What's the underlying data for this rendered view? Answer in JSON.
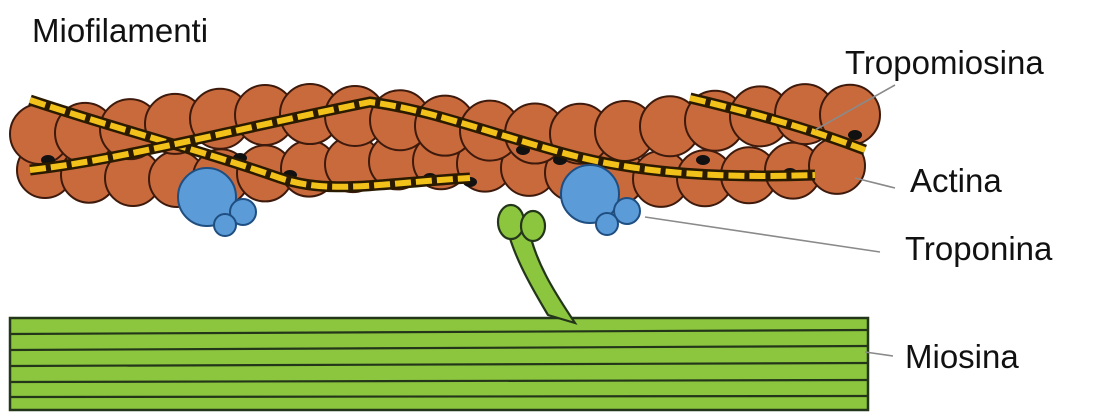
{
  "title": "Miofilamenti",
  "labels": {
    "tropomyosin": "Tropomiosina",
    "actin": "Actina",
    "troponin": "Troponina",
    "myosin": "Miosina"
  },
  "colors": {
    "actin_fill": "#c96a3d",
    "actin_stroke": "#3d1a0c",
    "tropomyosin_fill": "#f2c21b",
    "tropomyosin_stroke": "#2a1a00",
    "troponin_fill": "#5b9bd8",
    "troponin_stroke": "#1f4e80",
    "myosin_fill": "#8cc63f",
    "myosin_stroke": "#24361a",
    "label_text": "#111111",
    "leader_line": "#8a8a8a"
  }
}
